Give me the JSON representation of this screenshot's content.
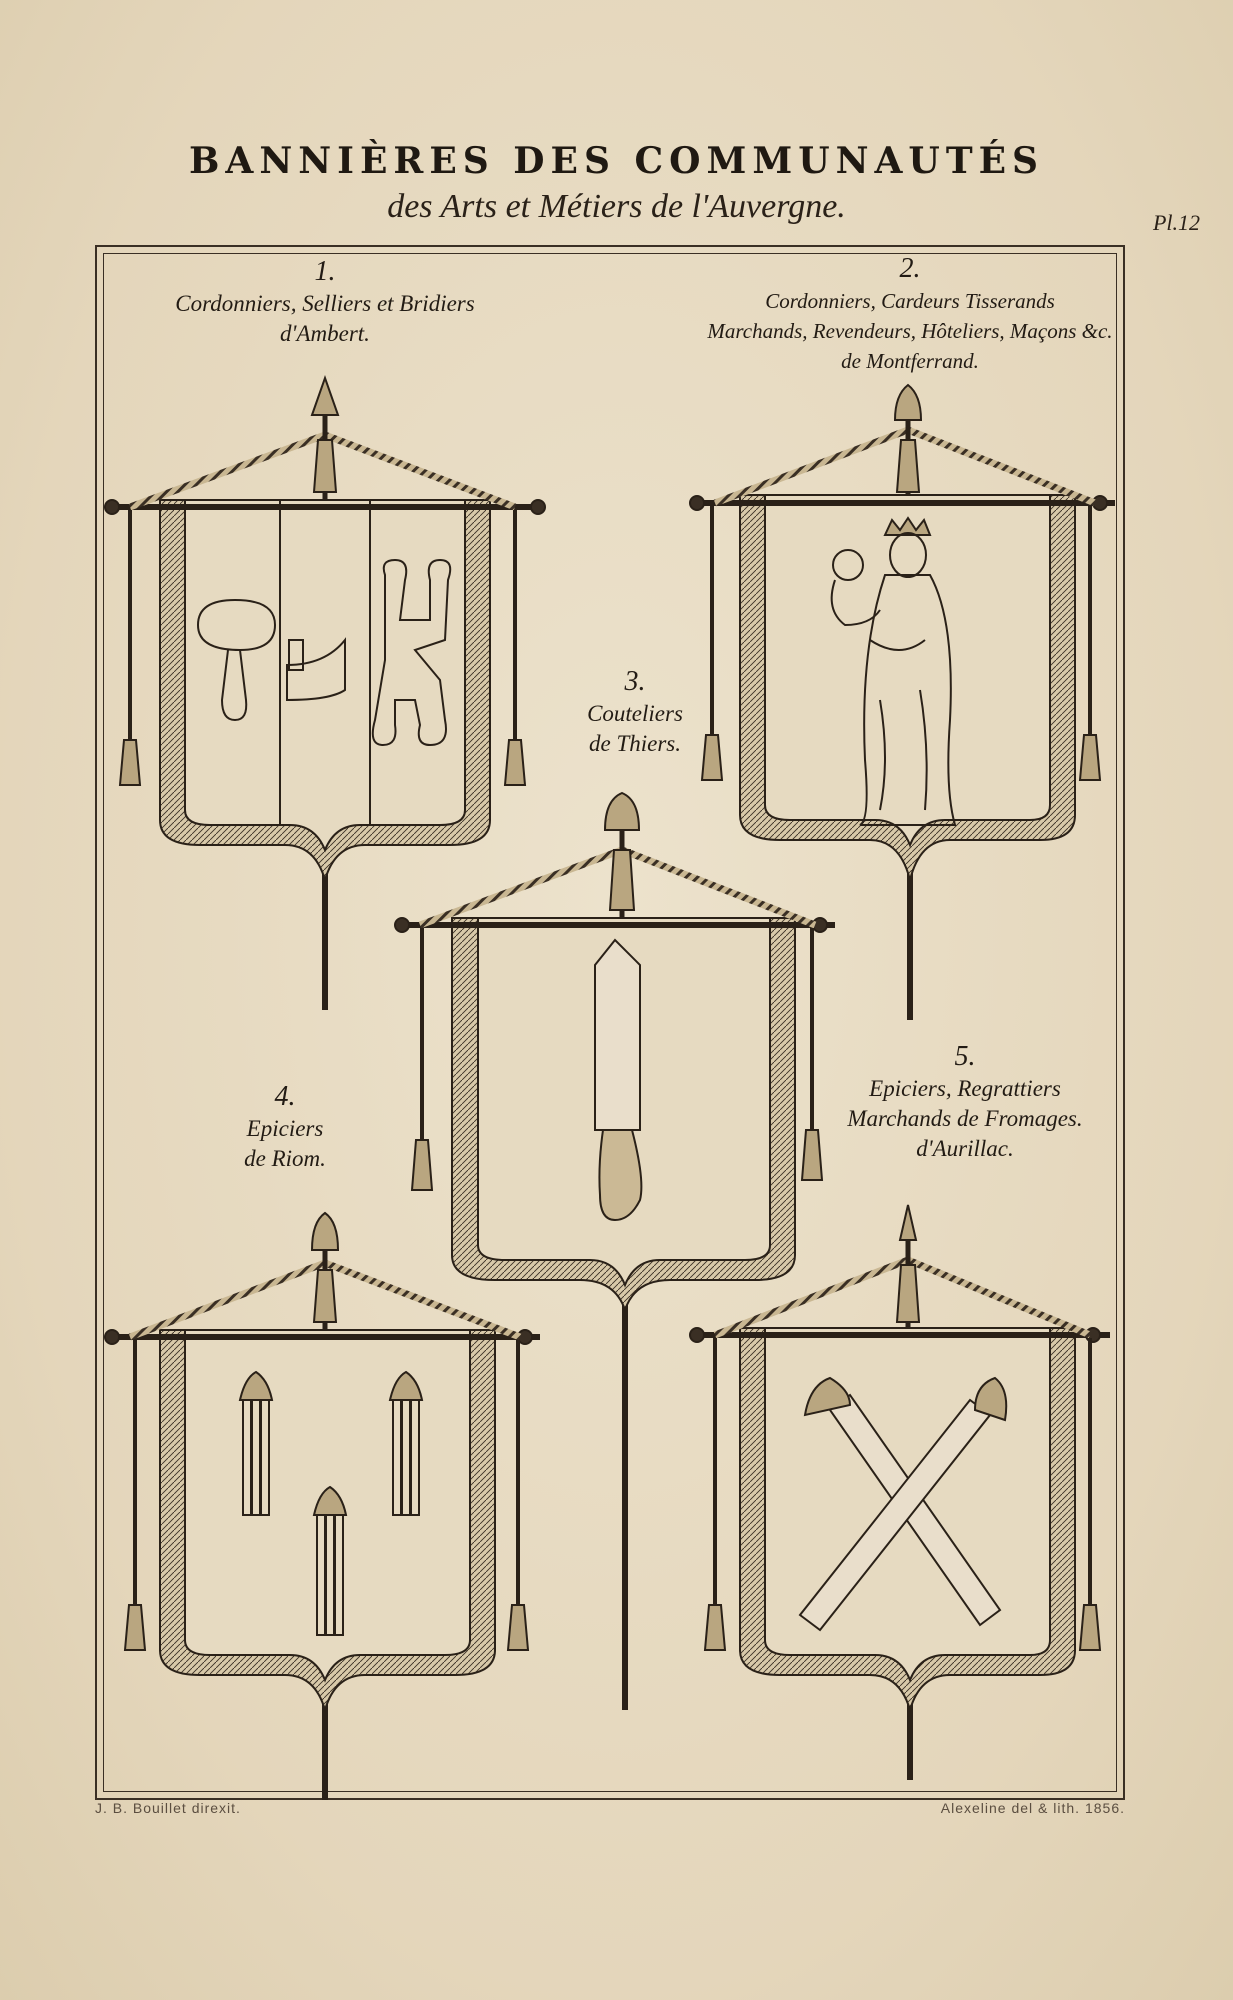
{
  "title": "BANNIÈRES DES COMMUNAUTÉS",
  "subtitle": "des Arts et Métiers de l'Auvergne.",
  "plate": "Pl.12",
  "banners": [
    {
      "number": "1.",
      "lines": [
        "Cordonniers, Selliers et Bridiers",
        "d'Ambert."
      ]
    },
    {
      "number": "2.",
      "lines": [
        "Cordonniers, Cardeurs Tisserands",
        "Marchands, Revendeurs, Hôteliers, Maçons &c.",
        "de Montferrand."
      ]
    },
    {
      "number": "3.",
      "lines": [
        "Couteliers",
        "de Thiers."
      ]
    },
    {
      "number": "4.",
      "lines": [
        "Epiciers",
        "de Riom."
      ]
    },
    {
      "number": "5.",
      "lines": [
        "Epiciers, Regrattiers",
        "Marchands de Fromages.",
        "d'Aurillac."
      ]
    }
  ],
  "credits": {
    "left": "J. B. Bouillet direxit.",
    "right": "Alexeline del & lith. 1856."
  },
  "colors": {
    "ink": "#2a2118",
    "paper": "#e8dcc4"
  }
}
